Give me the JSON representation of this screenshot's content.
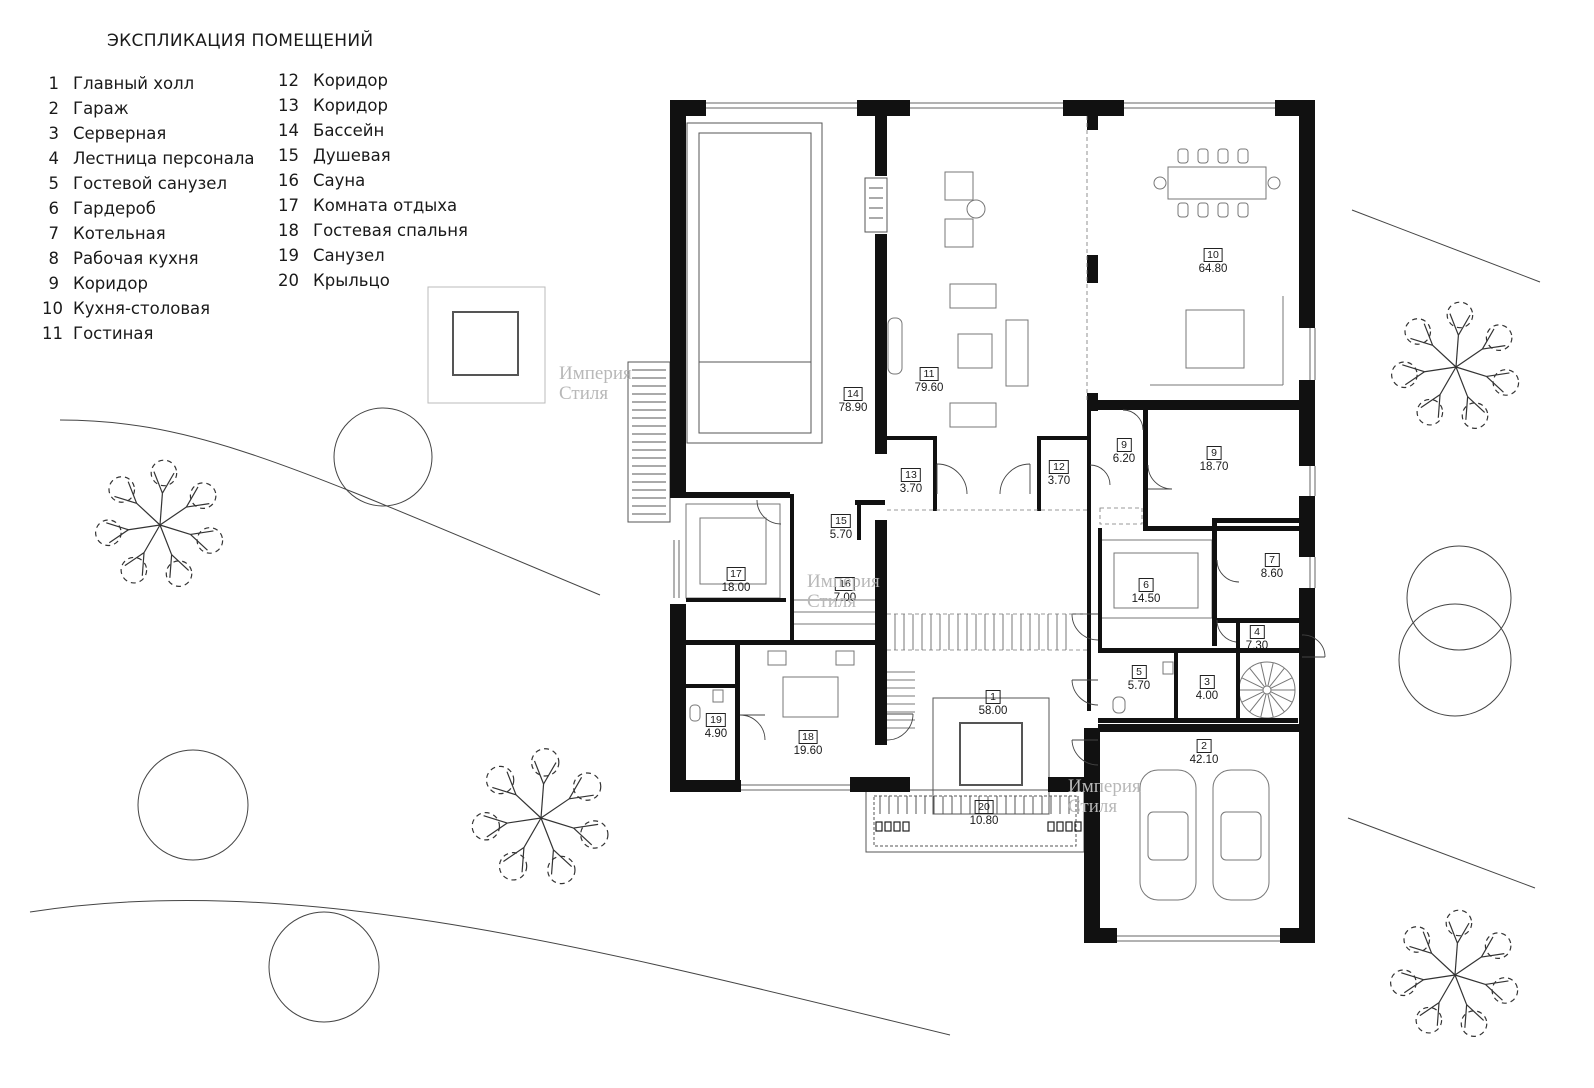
{
  "legend": {
    "title": "ЭКСПЛИКАЦИЯ ПОМЕЩЕНИЙ",
    "items": [
      {
        "num": "1",
        "name": "Главный холл"
      },
      {
        "num": "2",
        "name": "Гараж"
      },
      {
        "num": "3",
        "name": "Серверная"
      },
      {
        "num": "4",
        "name": "Лестница персонала"
      },
      {
        "num": "5",
        "name": "Гостевой санузел"
      },
      {
        "num": "6",
        "name": "Гардероб"
      },
      {
        "num": "7",
        "name": "Котельная"
      },
      {
        "num": "8",
        "name": "Рабочая кухня"
      },
      {
        "num": "9",
        "name": "Коридор"
      },
      {
        "num": "10",
        "name": "Кухня-столовая"
      },
      {
        "num": "11",
        "name": "Гостиная"
      },
      {
        "num": "12",
        "name": "Коридор"
      },
      {
        "num": "13",
        "name": "Коридор"
      },
      {
        "num": "14",
        "name": "Бассейн"
      },
      {
        "num": "15",
        "name": "Душевая"
      },
      {
        "num": "16",
        "name": "Сауна"
      },
      {
        "num": "17",
        "name": "Комната отдыха"
      },
      {
        "num": "18",
        "name": "Гостевая спальня"
      },
      {
        "num": "19",
        "name": "Санузел"
      },
      {
        "num": "20",
        "name": "Крыльцо"
      }
    ]
  },
  "rooms": [
    {
      "num": "10",
      "area": "64.80"
    },
    {
      "num": "11",
      "area": "79.60"
    },
    {
      "num": "14",
      "area": "78.90"
    },
    {
      "num": "9",
      "area": "6.20"
    },
    {
      "num": "9",
      "area": "18.70"
    },
    {
      "num": "13",
      "area": "3.70"
    },
    {
      "num": "12",
      "area": "3.70"
    },
    {
      "num": "15",
      "area": "5.70"
    },
    {
      "num": "17",
      "area": "18.00"
    },
    {
      "num": "16",
      "area": "7.00"
    },
    {
      "num": "6",
      "area": "14.50"
    },
    {
      "num": "7",
      "area": "8.60"
    },
    {
      "num": "4",
      "area": "7.30"
    },
    {
      "num": "5",
      "area": "5.70"
    },
    {
      "num": "3",
      "area": "4.00"
    },
    {
      "num": "1",
      "area": "58.00"
    },
    {
      "num": "19",
      "area": "4.90"
    },
    {
      "num": "18",
      "area": "19.60"
    },
    {
      "num": "2",
      "area": "42.10"
    },
    {
      "num": "20",
      "area": "10.80"
    }
  ],
  "watermark": {
    "line1": "Империя",
    "line2": "Стиля"
  },
  "colors": {
    "wall": "#111111",
    "line": "#555555",
    "watermark": "#b8b8b8"
  }
}
